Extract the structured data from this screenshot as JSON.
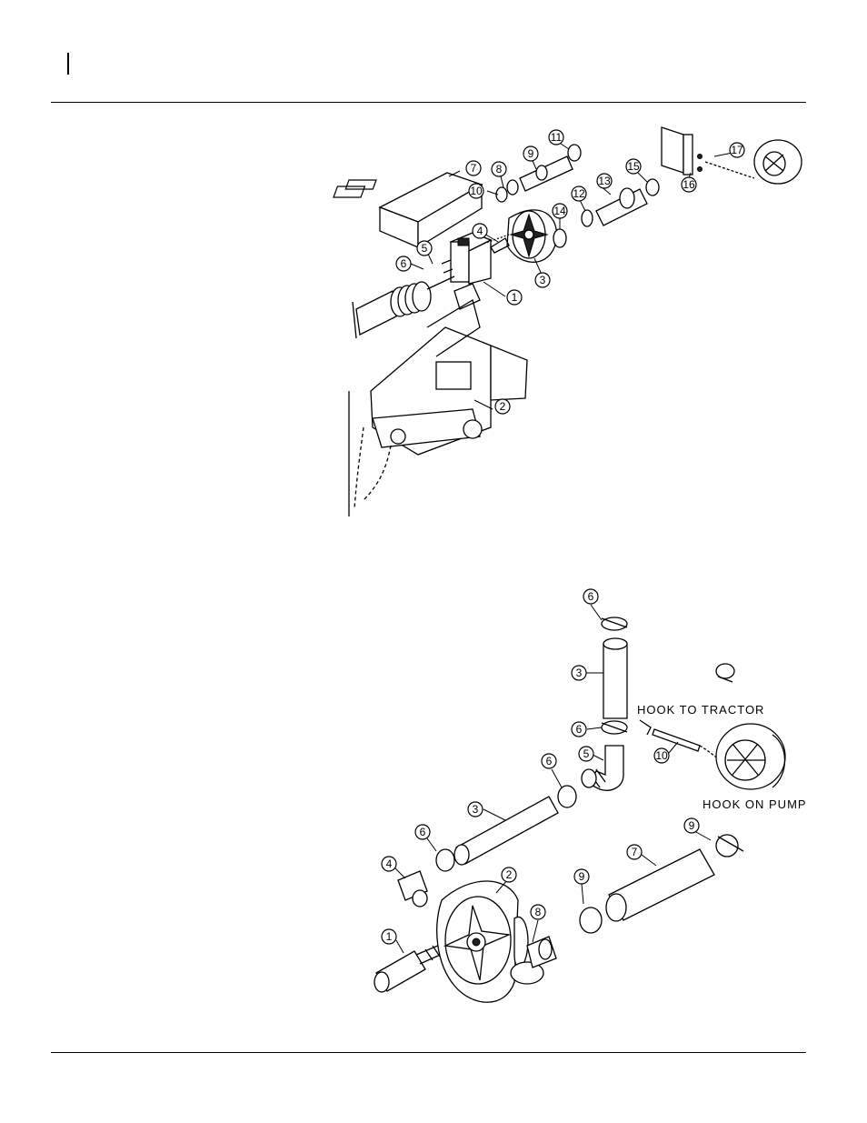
{
  "figure1": {
    "callouts": [
      "1",
      "2",
      "3",
      "4",
      "5",
      "6",
      "7",
      "8",
      "9",
      "10",
      "11",
      "12",
      "13",
      "14",
      "15",
      "16",
      "17"
    ]
  },
  "figure2": {
    "callouts": [
      "1",
      "2",
      "3",
      "3",
      "4",
      "5",
      "6",
      "6",
      "6",
      "6",
      "7",
      "8",
      "9",
      "9",
      "10"
    ],
    "labels": {
      "hook_to_tractor": "HOOK TO TRACTOR",
      "hook_on_pump": "HOOK ON PUMP"
    }
  }
}
